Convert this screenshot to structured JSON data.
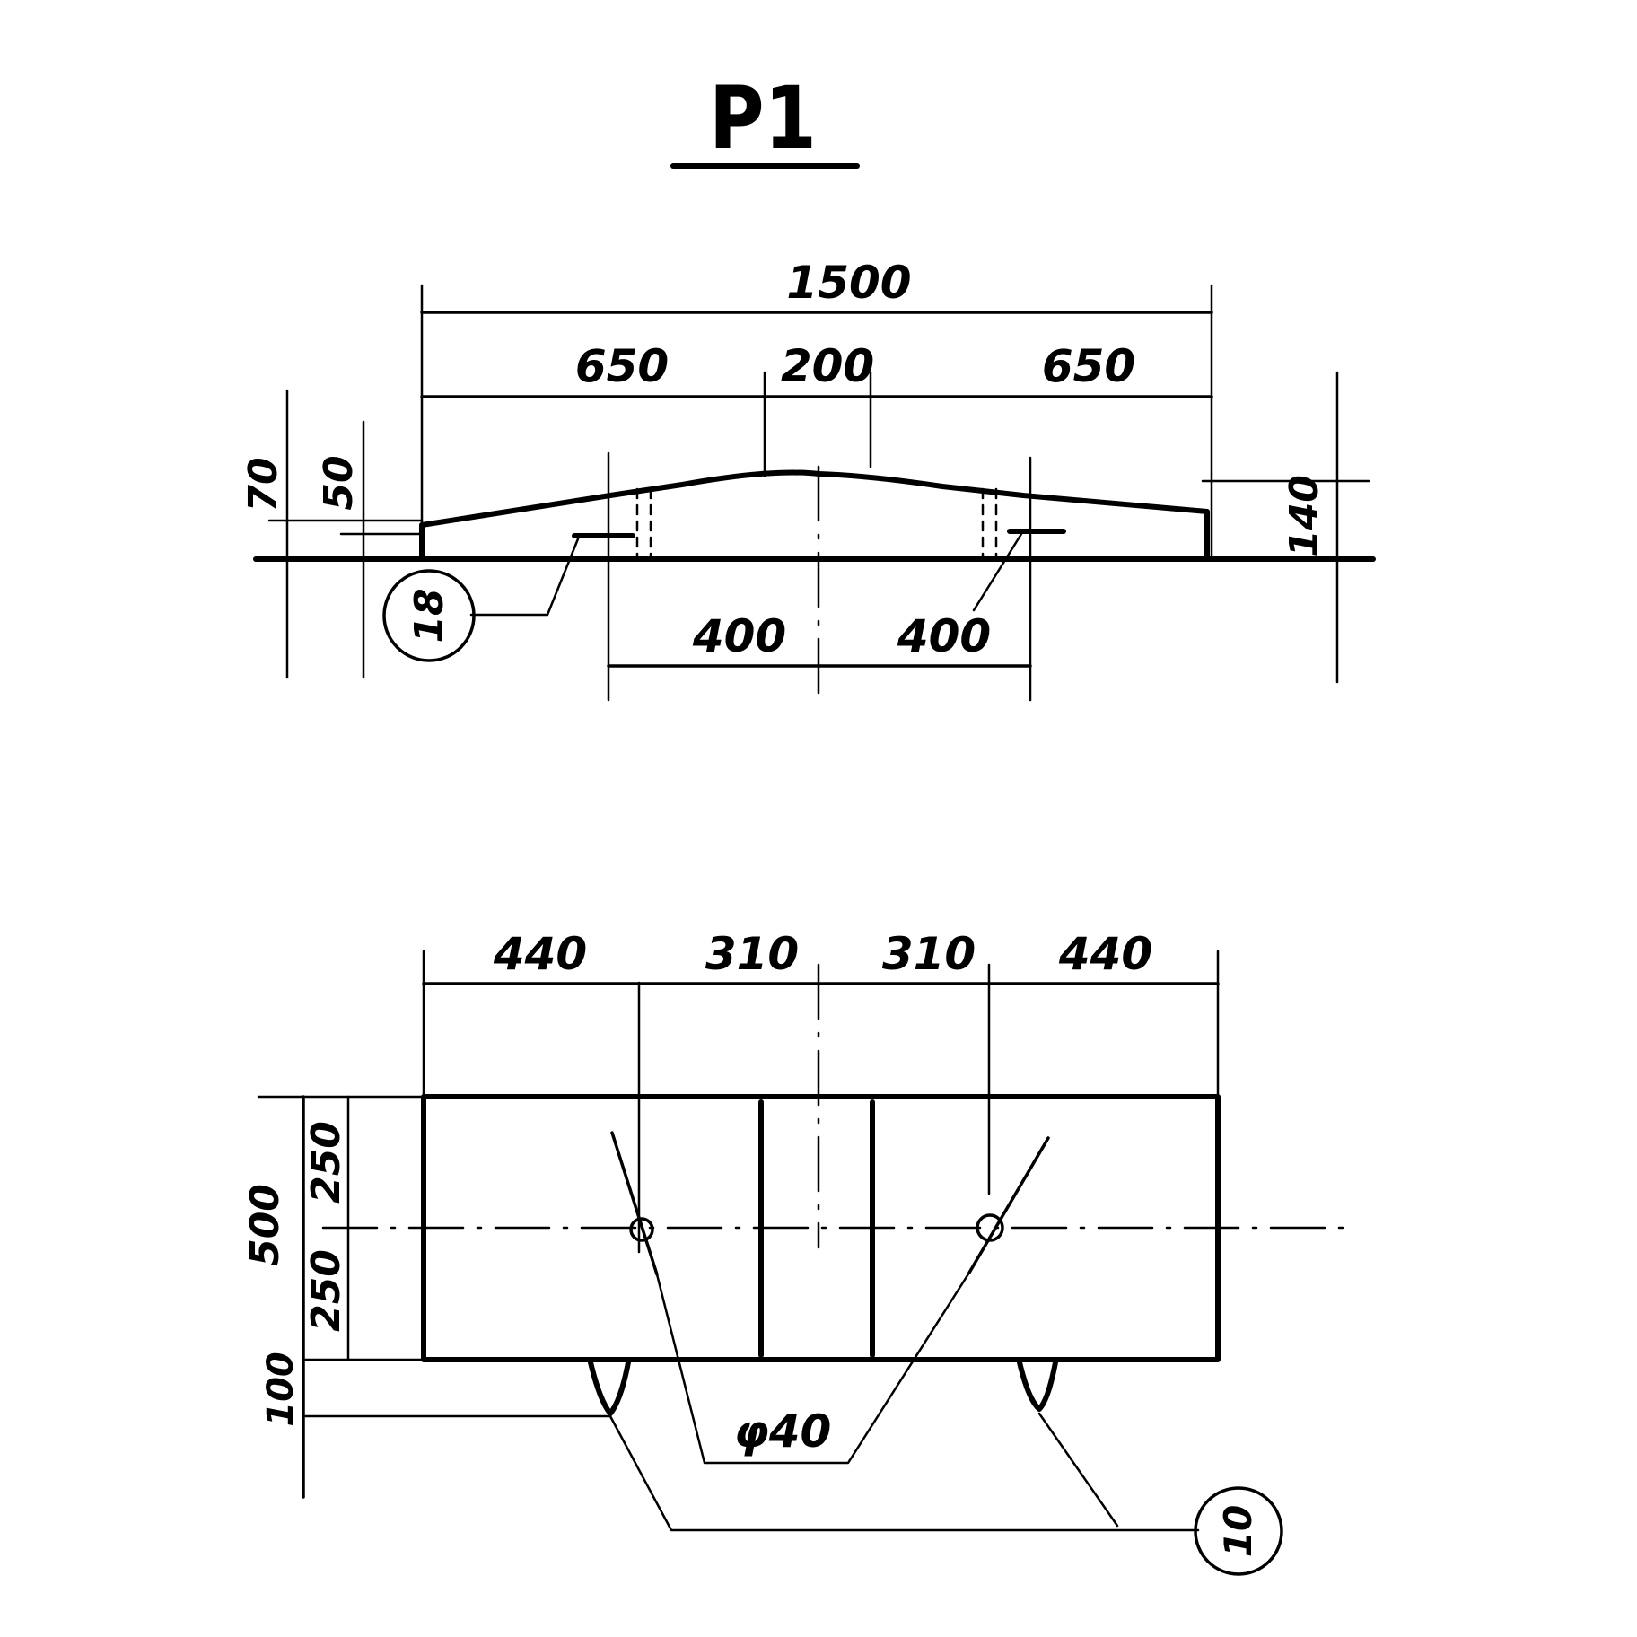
{
  "title": "P1",
  "elevation": {
    "overall": "1500",
    "segments": [
      "650",
      "200",
      "650"
    ],
    "bottom_spacings": [
      "400",
      "400"
    ],
    "left_heights": [
      "70",
      "50"
    ],
    "right_height": "140",
    "callout": "18"
  },
  "plan": {
    "top_segments": [
      "440",
      "310",
      "310",
      "440"
    ],
    "side_dims": [
      "500",
      "250",
      "250",
      "100"
    ],
    "hole_label": "φ40",
    "callout": "10"
  }
}
